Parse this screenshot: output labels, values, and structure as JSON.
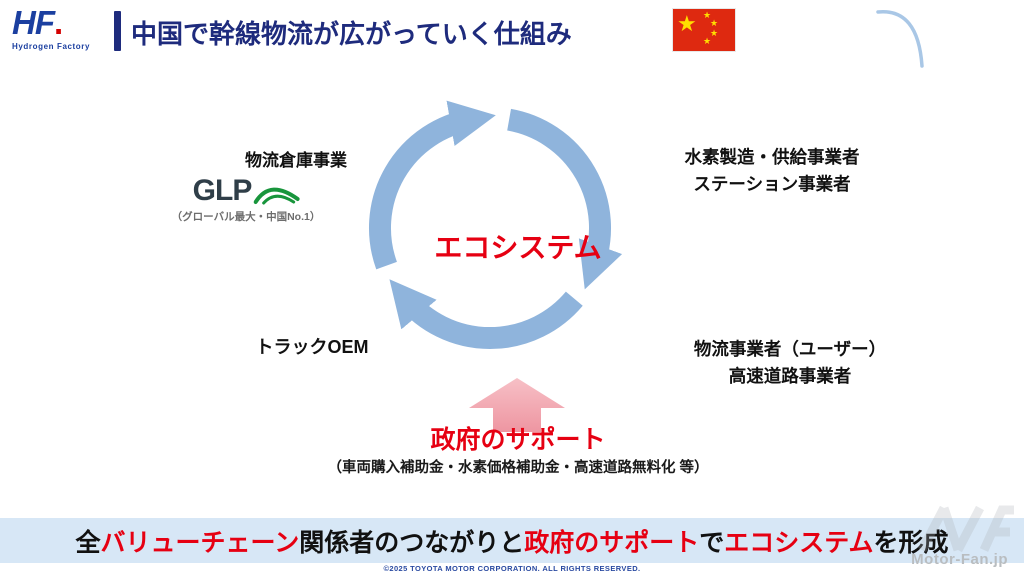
{
  "header": {
    "logo": {
      "mark": "HF",
      "mark_dot": ".",
      "subtext": "Hydrogen Factory"
    },
    "title": "中国で幹線物流が広がっていく仕組み"
  },
  "icons": {
    "flag": "china-flag",
    "cycle": "cycle-arrows",
    "glp_swoosh": "glp-swoosh",
    "support_arrow": "up-arrow"
  },
  "diagram": {
    "center_label": "エコシステム",
    "nodes": {
      "top_left": {
        "line1": "物流倉庫事業",
        "logo": "GLP",
        "caption": "（グローバル最大・中国No.1）"
      },
      "top_right": {
        "line1": "水素製造・供給事業者",
        "line2": "ステーション事業者"
      },
      "bottom_left": {
        "line1": "トラックOEM"
      },
      "bottom_right": {
        "line1": "物流事業者（ユーザー）",
        "line2": "高速道路事業者"
      }
    },
    "support": {
      "label": "政府のサポート",
      "caption": "（車両購入補助金・水素価格補助金・高速道路無料化 等）"
    }
  },
  "banner": {
    "segments": [
      {
        "text": "全",
        "color": "#111111"
      },
      {
        "text": "バリューチェーン",
        "color": "#e60012"
      },
      {
        "text": "関係者のつながりと",
        "color": "#111111"
      },
      {
        "text": "政府のサポート",
        "color": "#e60012"
      },
      {
        "text": "で",
        "color": "#111111"
      },
      {
        "text": "エコシステム",
        "color": "#e60012"
      },
      {
        "text": "を形成",
        "color": "#111111"
      }
    ]
  },
  "footer": {
    "copyright": "©2025 TOYOTA MOTOR CORPORATION. ALL RIGHTS RESERVED."
  },
  "watermark": "Motor-Fan.jp",
  "colors": {
    "title_navy": "#1e2b7d",
    "arrow_blue": "#8fb4dc",
    "accent_red": "#e60012",
    "support_pink": "#f2a3ad",
    "banner_bg": "#d7e7f6",
    "flag_red": "#de2910",
    "flag_yellow": "#ffde00",
    "glp_green": "#18953c"
  }
}
